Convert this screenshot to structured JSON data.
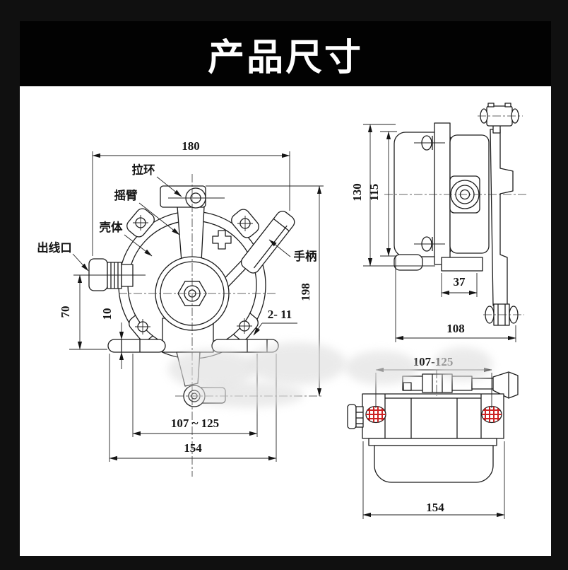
{
  "title": "产品尺寸",
  "colors": {
    "background": "#101010",
    "title_band": "#020202",
    "canvas": "#ffffff",
    "line": "#1c1c1c",
    "hatch_red": "#cc2222"
  },
  "views": {
    "front": {
      "labels": {
        "pull_ring": "拉环",
        "rocker_arm": "摇臂",
        "housing": "壳体",
        "outlet": "出线口",
        "handle": "手柄"
      },
      "dims": {
        "overall_width": "180",
        "overall_height": "198",
        "outlet_height": "70",
        "foot_thickness": "10",
        "mount_holes": "2- 11",
        "hole_span": "107 ~ 125",
        "base_width": "154"
      }
    },
    "side": {
      "dims": {
        "plate_height": "130",
        "cover_height": "115",
        "step_width": "37",
        "depth": "108"
      }
    },
    "top": {
      "dims": {
        "hole_span": "107-125",
        "width": "154"
      }
    }
  }
}
